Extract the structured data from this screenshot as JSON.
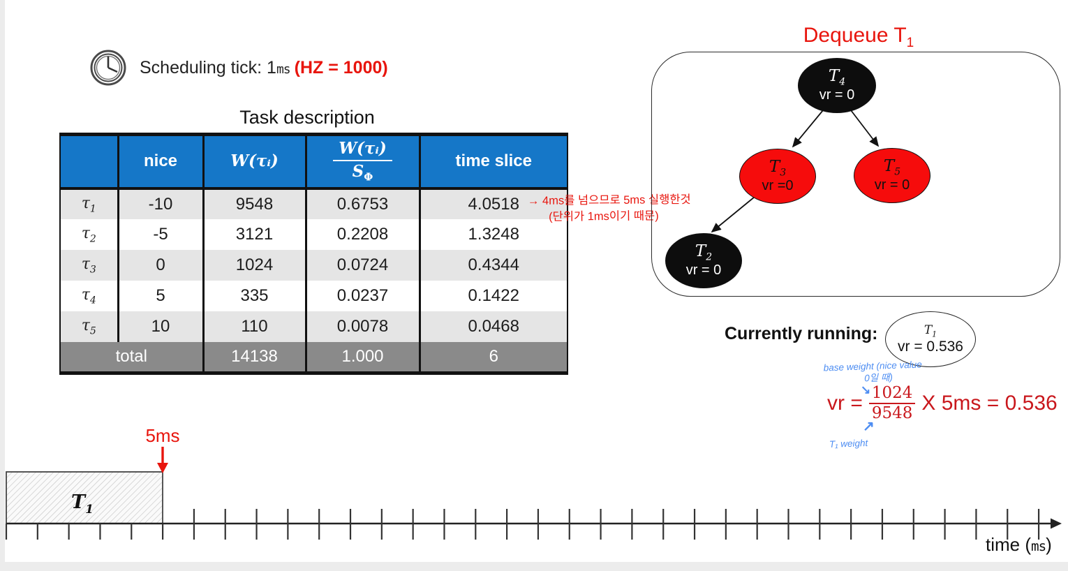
{
  "colors": {
    "table_header_blue": "#1577c8",
    "row_stripe_gray": "#e5e5e5",
    "total_row_gray": "#8a8a8a",
    "bright_red": "#e8150d",
    "formula_crimson": "#c9171c",
    "tree_node_red": "#f60c0c",
    "tree_node_black": "#0d0d0d",
    "ink_blue": "#4d8df2"
  },
  "sched": {
    "icon": "clock-icon",
    "prefix": "Scheduling tick: 1",
    "unit": "ms",
    "hz": "(HZ = 1000)"
  },
  "table": {
    "title": "Task description",
    "header": {
      "task": "",
      "nice": "nice",
      "weight": "W(τᵢ)",
      "ratio_num": "W(τᵢ)",
      "ratio_den_base": "S",
      "ratio_den_sub": "Φ",
      "time_slice": "time slice"
    },
    "rows": [
      {
        "task": "τ",
        "sub": "1",
        "nice": "-10",
        "weight": "9548",
        "ratio": "0.6753",
        "slice": "4.0518"
      },
      {
        "task": "τ",
        "sub": "2",
        "nice": "-5",
        "weight": "3121",
        "ratio": "0.2208",
        "slice": "1.3248"
      },
      {
        "task": "τ",
        "sub": "3",
        "nice": "0",
        "weight": "1024",
        "ratio": "0.0724",
        "slice": "0.4344"
      },
      {
        "task": "τ",
        "sub": "4",
        "nice": "5",
        "weight": "335",
        "ratio": "0.0237",
        "slice": "0.1422"
      },
      {
        "task": "τ",
        "sub": "5",
        "nice": "10",
        "weight": "110",
        "ratio": "0.0078",
        "slice": "0.0468"
      }
    ],
    "total": {
      "label": "total",
      "weight": "14138",
      "ratio": "1.000",
      "slice": "6"
    }
  },
  "table_note": {
    "line1": "→ 4ms를 넘으므로 5ms 실행한것",
    "line2": "(단위가 1ms이기 때문)"
  },
  "tree": {
    "title_prefix": "Dequeue T",
    "title_sub": "1",
    "nodes": {
      "t4": {
        "name": "T",
        "sub": "4",
        "vr": "vr = 0",
        "color": "black"
      },
      "t3": {
        "name": "T",
        "sub": "3",
        "vr": "vr =0",
        "color": "red"
      },
      "t5": {
        "name": "T",
        "sub": "5",
        "vr": "vr = 0",
        "color": "red"
      },
      "t2": {
        "name": "T",
        "sub": "2",
        "vr": "vr = 0",
        "color": "black"
      }
    }
  },
  "current": {
    "label": "Currently running:",
    "task": "T",
    "task_sub": "1",
    "vr": "vr = 0.536"
  },
  "blue_notes": {
    "top_line1": "base weight (nice value",
    "top_line2": "0일 때)",
    "arrow_down": "↘",
    "arrow_up": "↗",
    "bottom": "T₁ weight"
  },
  "formula": {
    "lhs": "vr =",
    "numerator": "1024",
    "denominator": "9548",
    "rhs": "X 5ms = 0.536"
  },
  "timeline": {
    "marker": "5ms",
    "task": "T",
    "task_sub": "1",
    "axis_prefix": "time (",
    "axis_unit": "ms",
    "axis_suffix": ")"
  }
}
